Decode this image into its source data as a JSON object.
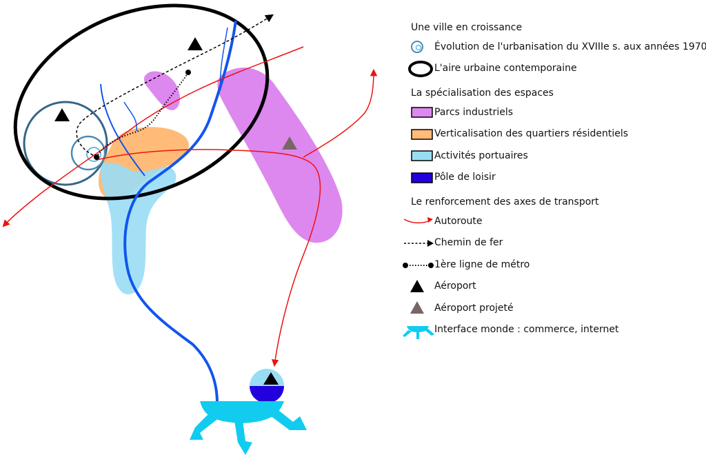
{
  "legend": {
    "section_growth": "Une ville en croissance",
    "urbanisation_evolution": "Évolution de l'urbanisation du XVIIIe s. aux années 1970",
    "urban_area": "L'aire urbaine contemporaine",
    "section_specialisation": "La spécialisation des espaces",
    "industrial_parks": "Parcs industriels",
    "residential_verticalisation": "Verticalisation des quartiers résidentiels",
    "port_activities": "Activités portuaires",
    "leisure_pole": "Pôle de loisir",
    "section_transport": "Le renforcement des axes de transport",
    "highway": "Autoroute",
    "railway": "Chemin de fer",
    "metro_line": "1ère ligne de métro",
    "airport": "Aéroport",
    "planned_airport": "Aéroport projeté",
    "world_interface": "Interface monde : commerce, internet"
  },
  "colors": {
    "industrial": "#dd88ee",
    "residential": "#ffbb77",
    "port": "#99ddf5",
    "leisure": "#2200dd",
    "river": "#1155ee",
    "highway": "#ee1111",
    "urban_circles": "#336688",
    "airport": "#000000",
    "planned_airport": "#776666",
    "interface": "#11ccee"
  }
}
